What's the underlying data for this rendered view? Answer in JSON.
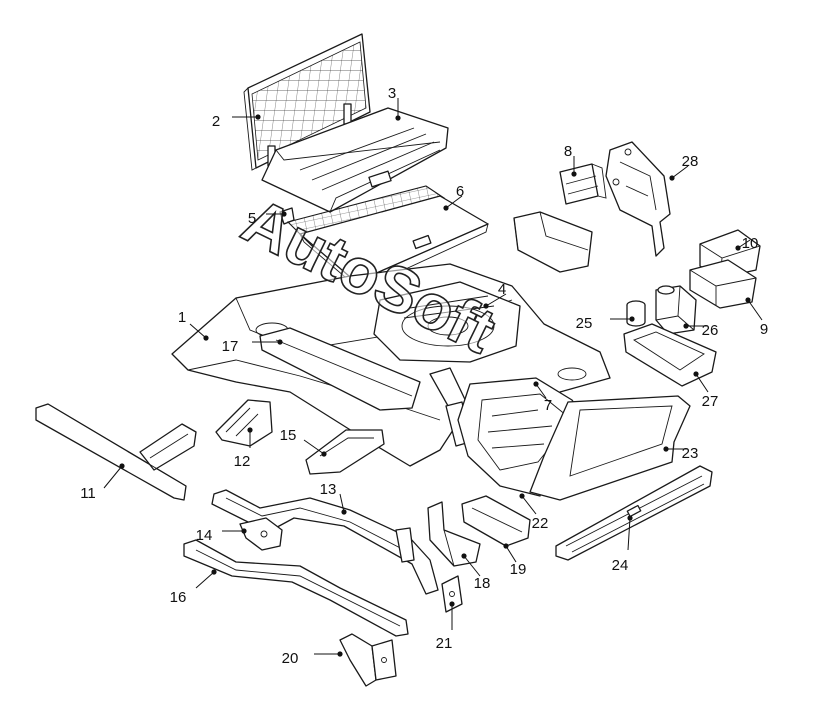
{
  "watermark": {
    "text": "AutoSoft"
  },
  "callouts": [
    {
      "id": "1",
      "label": "1"
    },
    {
      "id": "2",
      "label": "2"
    },
    {
      "id": "3",
      "label": "3"
    },
    {
      "id": "4",
      "label": "4"
    },
    {
      "id": "5",
      "label": "5"
    },
    {
      "id": "6",
      "label": "6"
    },
    {
      "id": "7",
      "label": "7"
    },
    {
      "id": "8",
      "label": "8"
    },
    {
      "id": "9",
      "label": "9"
    },
    {
      "id": "10",
      "label": "10"
    },
    {
      "id": "11",
      "label": "11"
    },
    {
      "id": "12",
      "label": "12"
    },
    {
      "id": "13",
      "label": "13"
    },
    {
      "id": "14",
      "label": "14"
    },
    {
      "id": "15",
      "label": "15"
    },
    {
      "id": "16",
      "label": "16"
    },
    {
      "id": "17",
      "label": "17"
    },
    {
      "id": "18",
      "label": "18"
    },
    {
      "id": "19",
      "label": "19"
    },
    {
      "id": "20",
      "label": "20"
    },
    {
      "id": "21",
      "label": "21"
    },
    {
      "id": "22",
      "label": "22"
    },
    {
      "id": "23",
      "label": "23"
    },
    {
      "id": "24",
      "label": "24"
    },
    {
      "id": "25",
      "label": "25"
    },
    {
      "id": "26",
      "label": "26"
    },
    {
      "id": "27",
      "label": "27"
    },
    {
      "id": "28",
      "label": "28"
    }
  ]
}
